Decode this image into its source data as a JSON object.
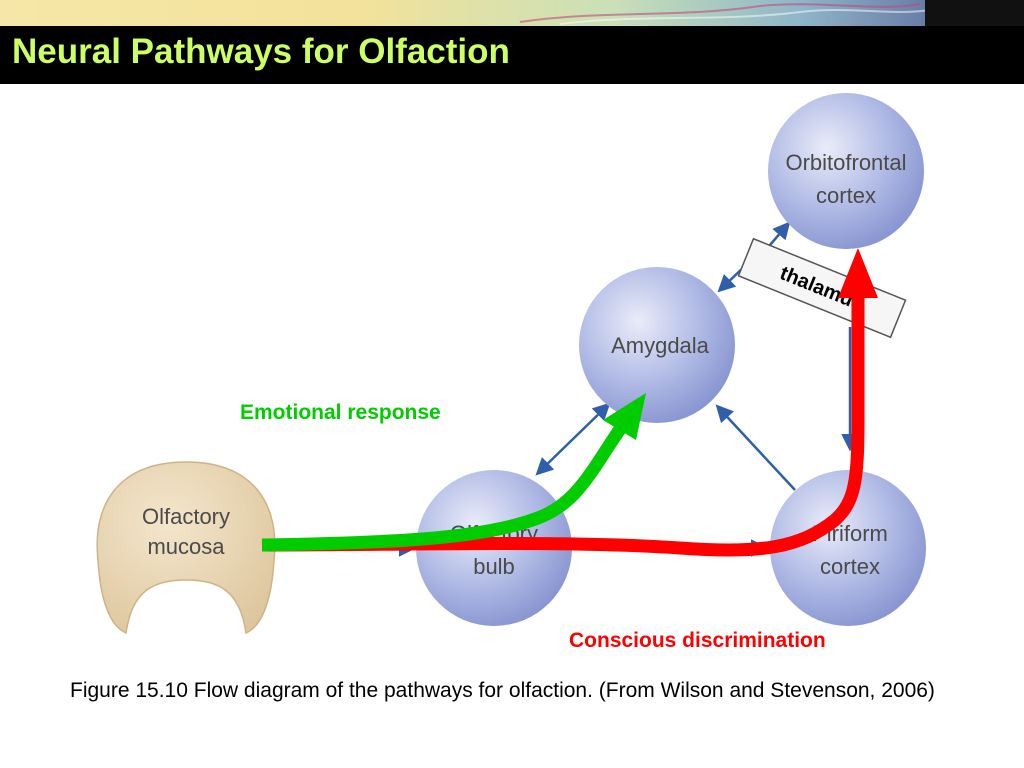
{
  "title": "Neural Pathways for Olfaction",
  "nodes": {
    "olfactory_mucosa": [
      "Olfactory",
      "mucosa"
    ],
    "olfactory_bulb": [
      "Olfactory",
      "bulb"
    ],
    "amygdala": [
      "Amygdala"
    ],
    "piriform_cortex": [
      "Piriform",
      "cortex"
    ],
    "orbitofrontal_cortex": [
      "Orbitofrontal",
      "cortex"
    ],
    "thalamus": "thalamus"
  },
  "pathways": {
    "emotional": "Emotional response",
    "conscious": "Conscious discrimination"
  },
  "caption": "Figure 15.10 Flow diagram of the pathways for olfaction. (From Wilson and Stevenson, 2006)",
  "colors": {
    "title": "#ccff66",
    "title_bar": "#000000",
    "emotional_pathway": "#00cc00",
    "conscious_pathway": "#ff0000",
    "node_fill": "#aab5e2",
    "mucosa_fill": "#e6d3b0",
    "connector_arrows": "#2f5fa8"
  }
}
